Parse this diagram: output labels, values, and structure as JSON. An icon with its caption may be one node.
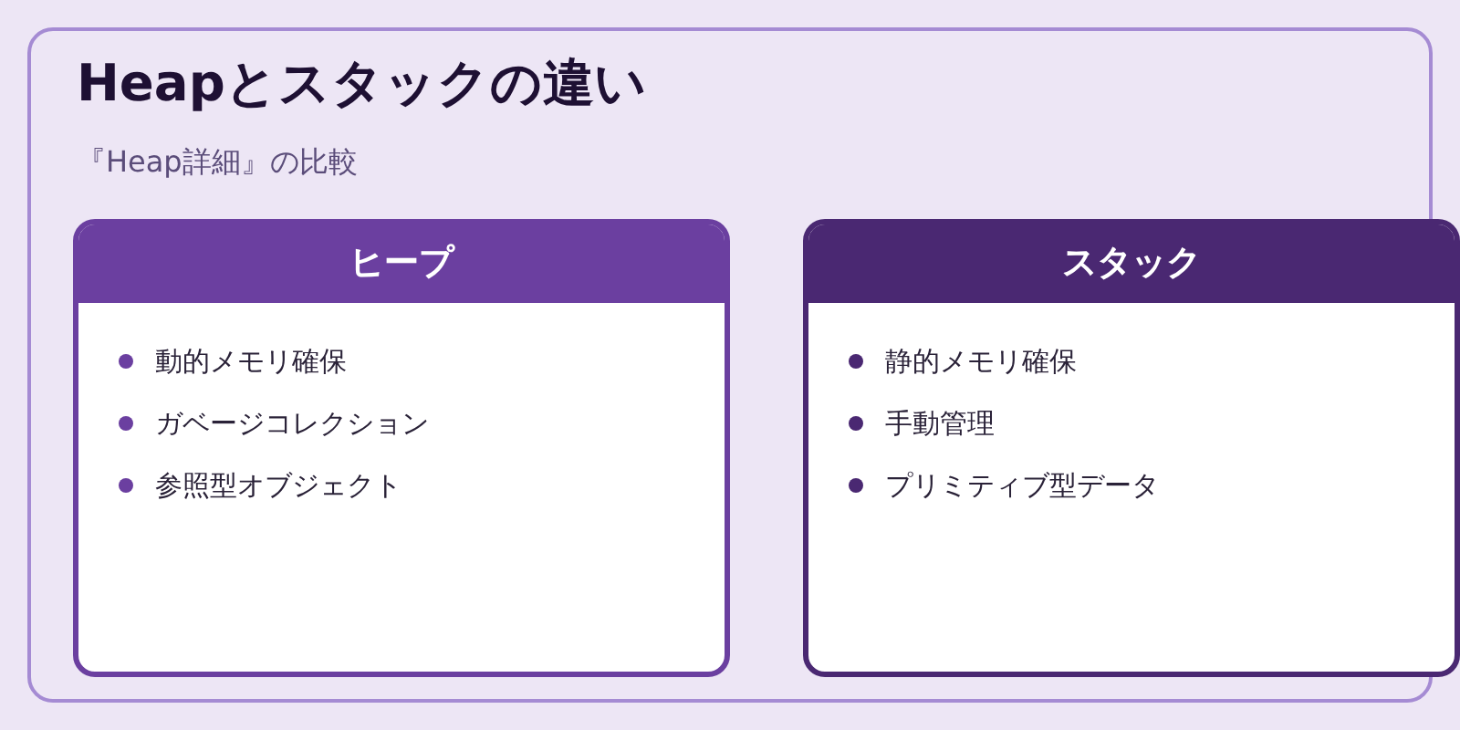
{
  "diagram": {
    "title": "Heapとスタックの違い",
    "nodes": [
      {
        "text": [
          "ヒープ",
          "動的メモリ確保",
          "ガベージコレクション",
          "参照型オブジェクト"
        ]
      },
      {
        "text": [
          "スタック",
          "静的メモリ確保",
          "手動管理",
          "プリミティブ型データ"
        ]
      }
    ],
    "edges": [],
    "labels": [
      "『Heap詳細』の比較"
    ]
  }
}
